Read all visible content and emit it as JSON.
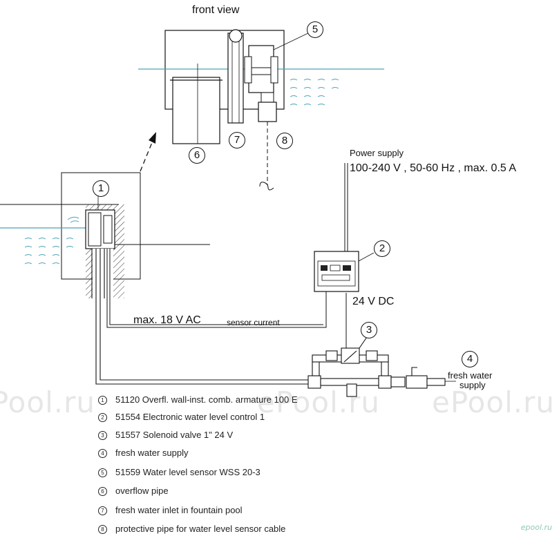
{
  "title": "front view",
  "callouts": [
    "1",
    "2",
    "3",
    "4",
    "5",
    "6",
    "7",
    "8"
  ],
  "power_supply_label": "Power supply",
  "power_supply_spec": "100-240 V , 50-60 Hz , max. 0.5 A",
  "dc_label": "24 V DC",
  "ac_label": "max. 18 V AC",
  "sensor_current_label": "sensor current",
  "fresh_water_supply_label": [
    "fresh water",
    "supply"
  ],
  "legend": [
    {
      "num": "1",
      "text": "51120  Overfl. wall-inst. comb. armature 100 E"
    },
    {
      "num": "2",
      "text": "51554  Electronic water level control 1"
    },
    {
      "num": "3",
      "text": "51557  Solenoid valve 1\" 24 V"
    },
    {
      "num": "4",
      "text": "fresh water supply"
    },
    {
      "num": "5",
      "text": "51559  Water level sensor WSS 20-3"
    },
    {
      "num": "6",
      "text": "overflow pipe"
    },
    {
      "num": "7",
      "text": "fresh water inlet in fountain pool"
    },
    {
      "num": "8",
      "text": "protective pipe for water level sensor cable"
    }
  ],
  "watermark": "ePool.ru",
  "brand_mark": "epool.ru",
  "colors": {
    "water_line": "#4aa3b5",
    "line": "#111111",
    "watermark": "#e6e6e6"
  }
}
